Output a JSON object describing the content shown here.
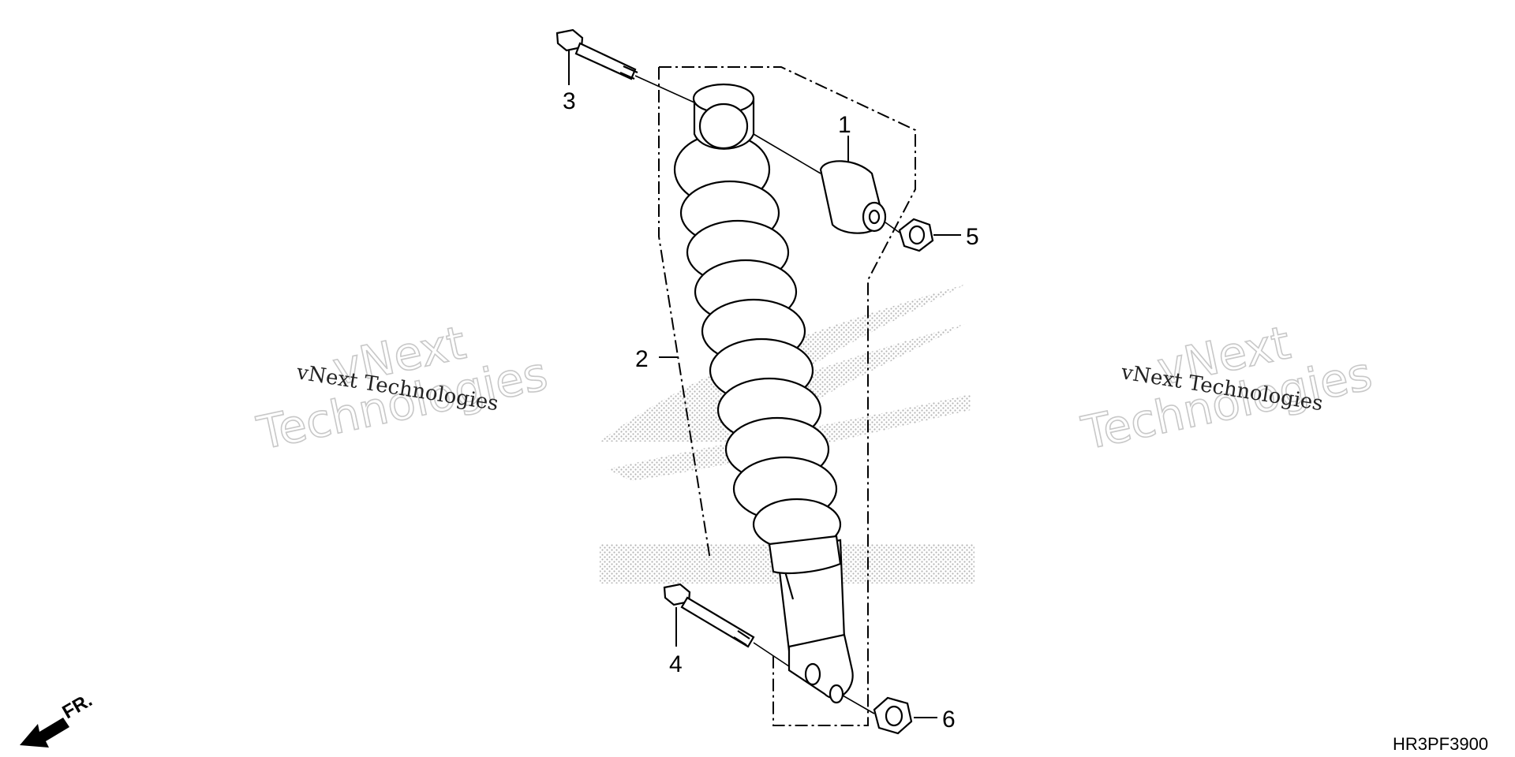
{
  "diagram_code": "HR3PF3900",
  "front_indicator": "FR.",
  "watermark": {
    "brand_line_1": "vNext",
    "brand_line_2": "Technologies",
    "caption": "vNext Technologies"
  },
  "parts": [
    {
      "callout": "1",
      "name": "rubber-bushing"
    },
    {
      "callout": "2",
      "name": "shock-absorber-assembly"
    },
    {
      "callout": "3",
      "name": "upper-flange-bolt"
    },
    {
      "callout": "4",
      "name": "lower-flange-bolt"
    },
    {
      "callout": "5",
      "name": "upper-flange-nut"
    },
    {
      "callout": "6",
      "name": "lower-flange-nut"
    }
  ]
}
